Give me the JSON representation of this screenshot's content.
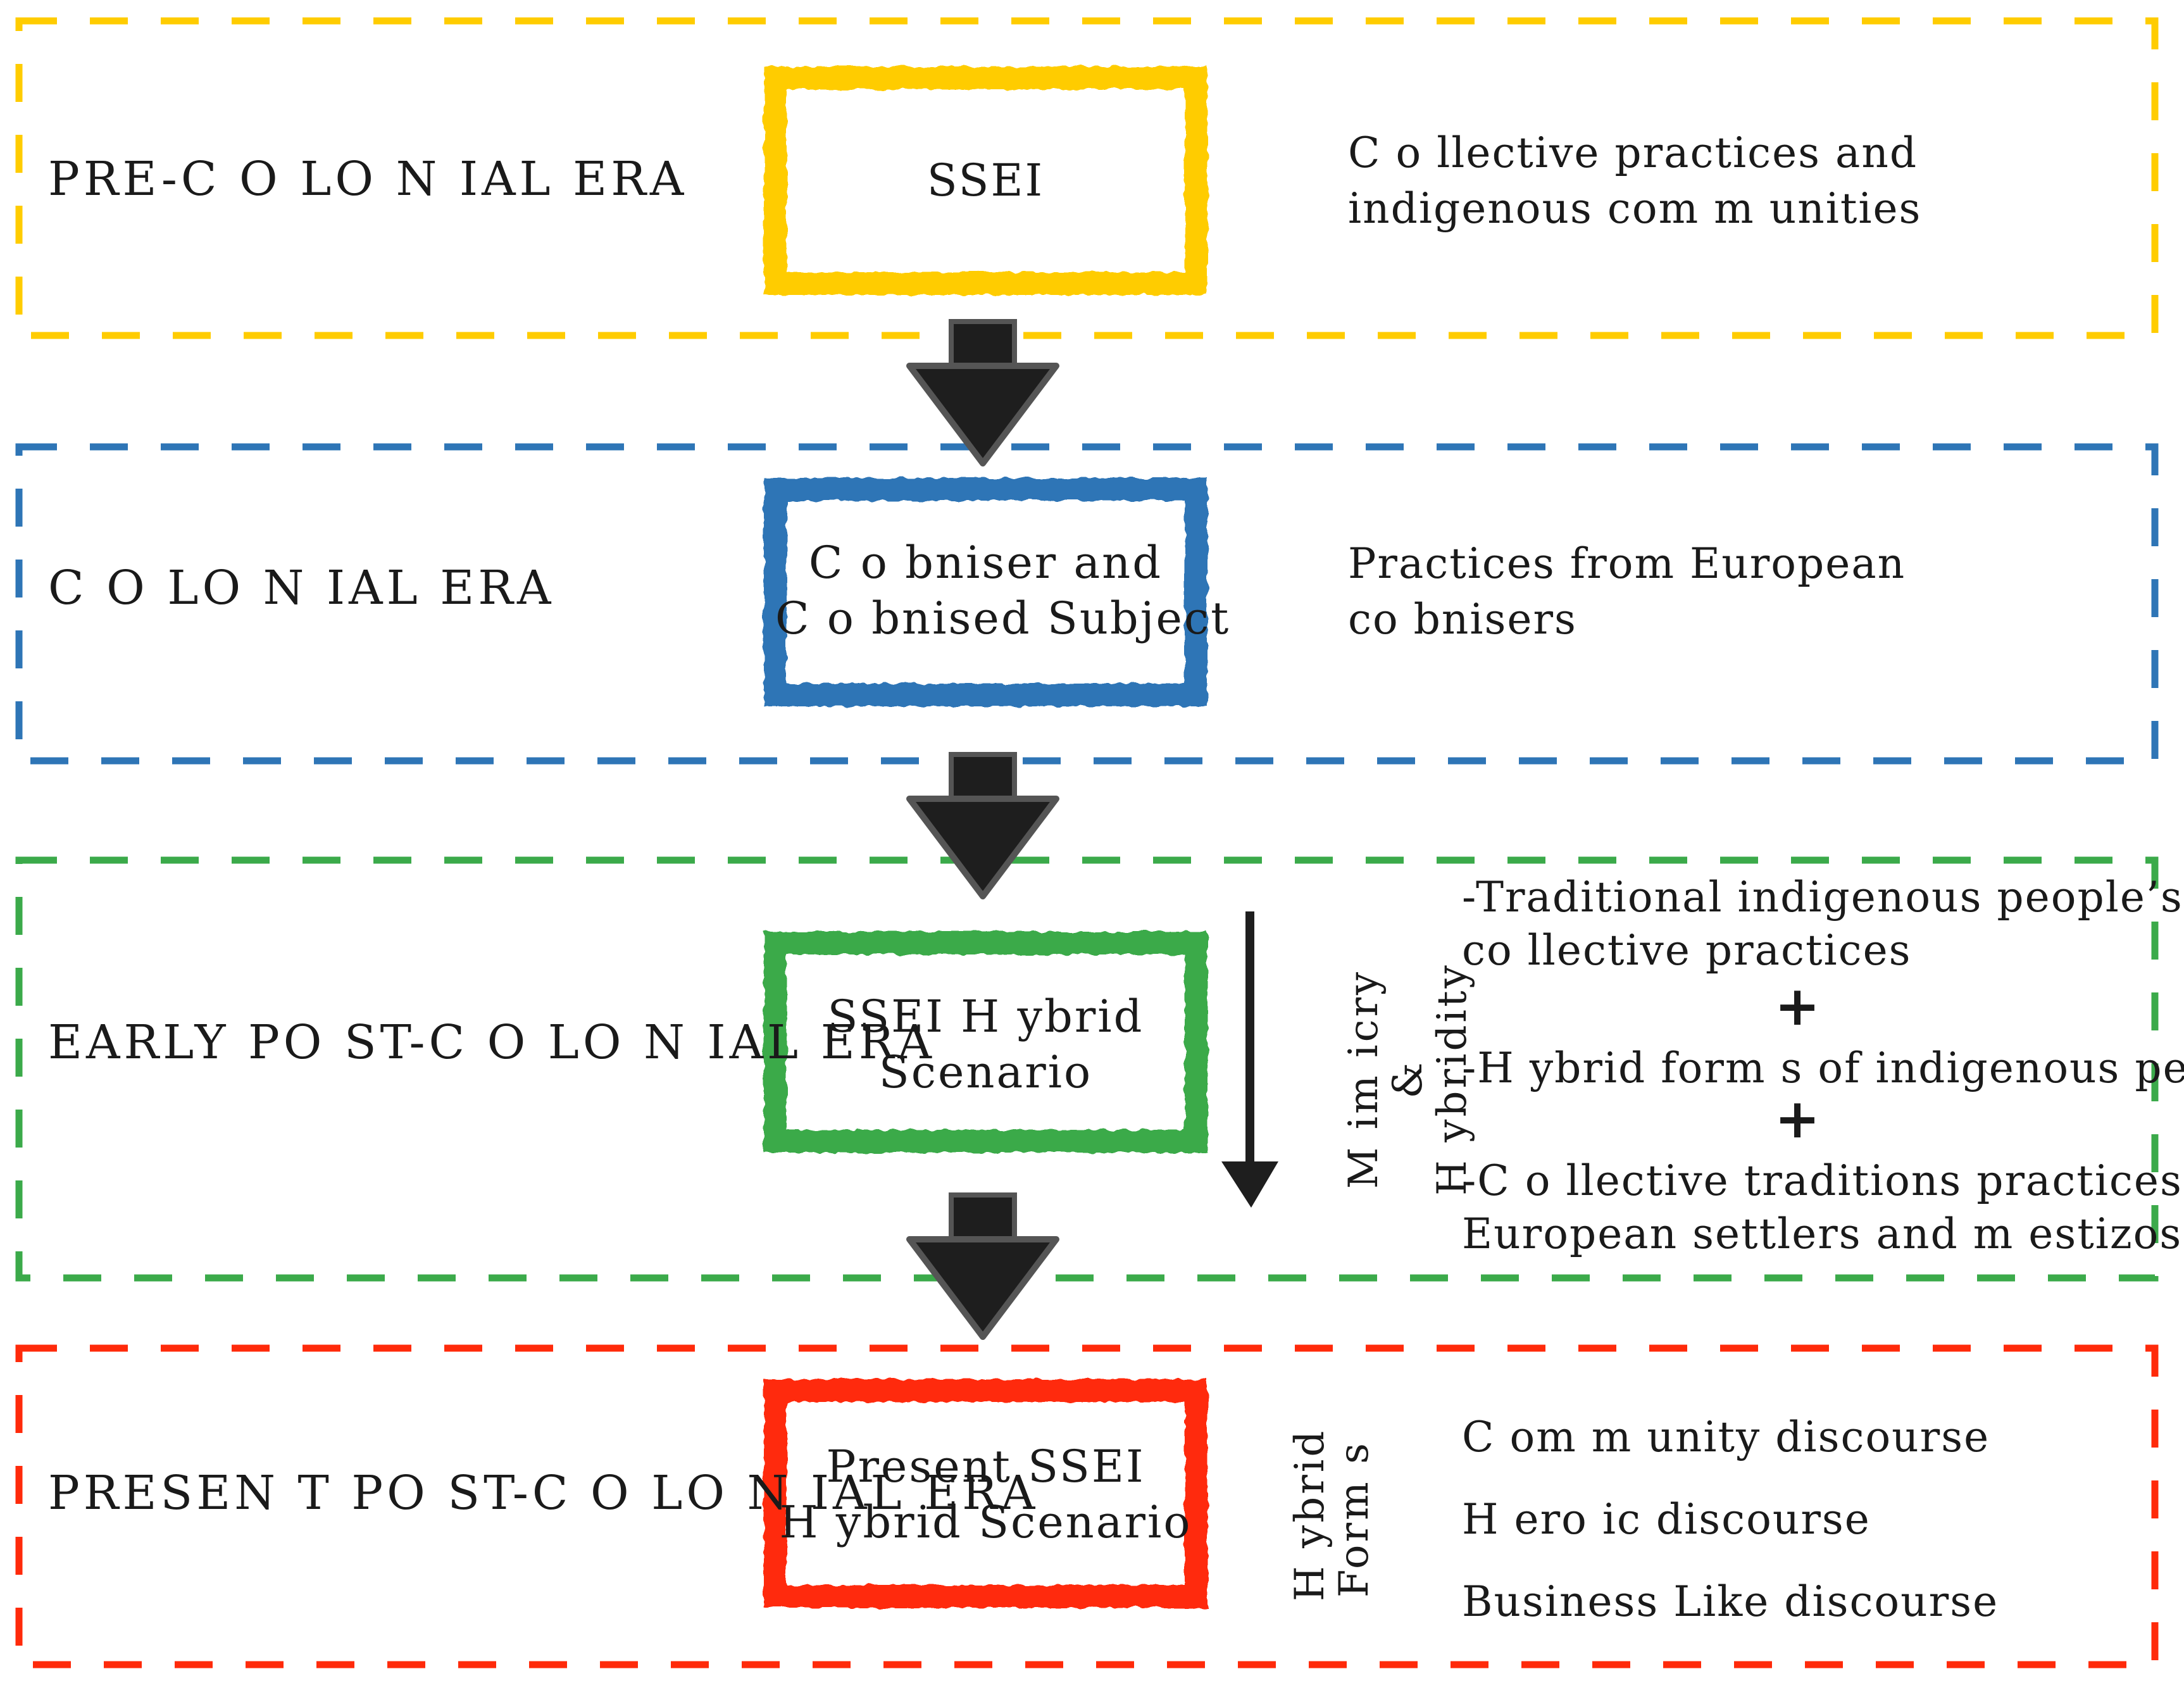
{
  "eras": [
    {
      "label": "PRE-C O LO N IAL ERA",
      "box": "SSEI",
      "box_line2": "",
      "desc_lines": [
        "C o llective practices and",
        "indigenous com m unities"
      ],
      "color": "#FFCC00"
    },
    {
      "label": "C O LO N IAL ERA",
      "box": "C o bniser and",
      "box_line2": "C o bnised Subject",
      "desc_lines": [
        "Practices from  European",
        "co bnisers"
      ],
      "color": "#2E75B6"
    },
    {
      "label": "EARLY PO ST-C O LO N IAL ERA",
      "box": "SSEI H ybrid",
      "box_line2": "Scenario",
      "desc_lines": [
        "-Traditional indigenous people’s",
        "co llective practices",
        "-H ybrid form s of indigenous peoples",
        "-C o llective traditions practices from",
        "European settlers and m estizos"
      ],
      "color": "#3BAA4A"
    },
    {
      "label": "PRESEN T PO ST-C O LO N IAL ERA",
      "box": "Present SSEI",
      "box_line2": "H ybrid Scenario",
      "desc_lines": [
        "C om m unity discourse",
        "H ero ic discourse",
        "Business Like discourse"
      ],
      "color": "#FF2A0A"
    }
  ],
  "plus_sign": "+",
  "mimicry": {
    "line1": "M im icry",
    "line2": "&",
    "line3": "H ybridity"
  },
  "hybrid_forms": {
    "line1": "H ybrid",
    "line2": "Form s"
  },
  "arrow_color": "#1e1e1e"
}
